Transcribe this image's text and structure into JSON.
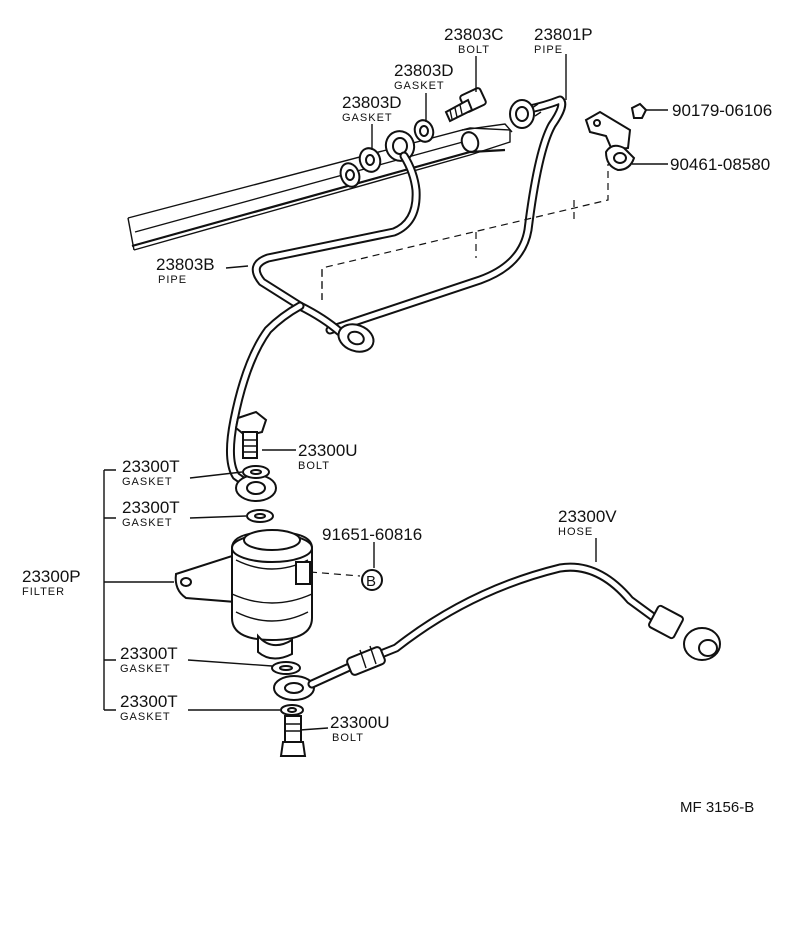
{
  "title": "",
  "labels": {
    "bolt_23803C": {
      "part": "23803C",
      "name": "BOLT"
    },
    "pipe_23801P": {
      "part": "23801P",
      "name": "PIPE"
    },
    "gasket_23803D_upper": {
      "part": "23803D",
      "name": "GASKET"
    },
    "gasket_23803D_lower": {
      "part": "23803D",
      "name": "GASKET"
    },
    "nut_90179": {
      "part": "90179-06106"
    },
    "clamp_90461": {
      "part": "90461-08580"
    },
    "pipe_23803B": {
      "part": "23803B",
      "name": "PIPE"
    },
    "bolt_23300U_upper": {
      "part": "23300U",
      "name": "BOLT"
    },
    "gasket_23300T_1": {
      "part": "23300T",
      "name": "GASKET"
    },
    "gasket_23300T_2": {
      "part": "23300T",
      "name": "GASKET"
    },
    "gasket_23300T_3": {
      "part": "23300T",
      "name": "GASKET"
    },
    "gasket_23300T_4": {
      "part": "23300T",
      "name": "GASKET"
    },
    "filter_23300P": {
      "part": "23300P",
      "name": "FILTER"
    },
    "ref_91651": {
      "part": "91651-60816",
      "marker": "B"
    },
    "hose_23300V": {
      "part": "23300V",
      "name": "HOSE"
    },
    "bolt_23300U_lower": {
      "part": "23300U",
      "name": "BOLT"
    }
  },
  "footer": {
    "code": "MF  3156-B"
  }
}
